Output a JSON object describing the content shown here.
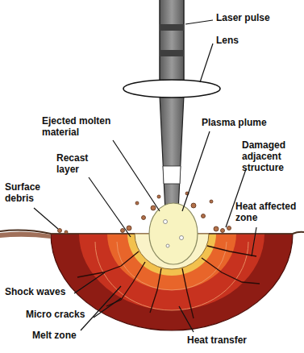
{
  "diagram": {
    "labels": [
      "Laser pulse",
      "Lens",
      "Ejected molten material",
      "Plasma plume",
      "Recast layer",
      "Damaged adjacent structure",
      "Surface debris",
      "Heat affected zone",
      "Shock waves",
      "Micro cracks",
      "Melt zone",
      "Heat transfer"
    ]
  }
}
